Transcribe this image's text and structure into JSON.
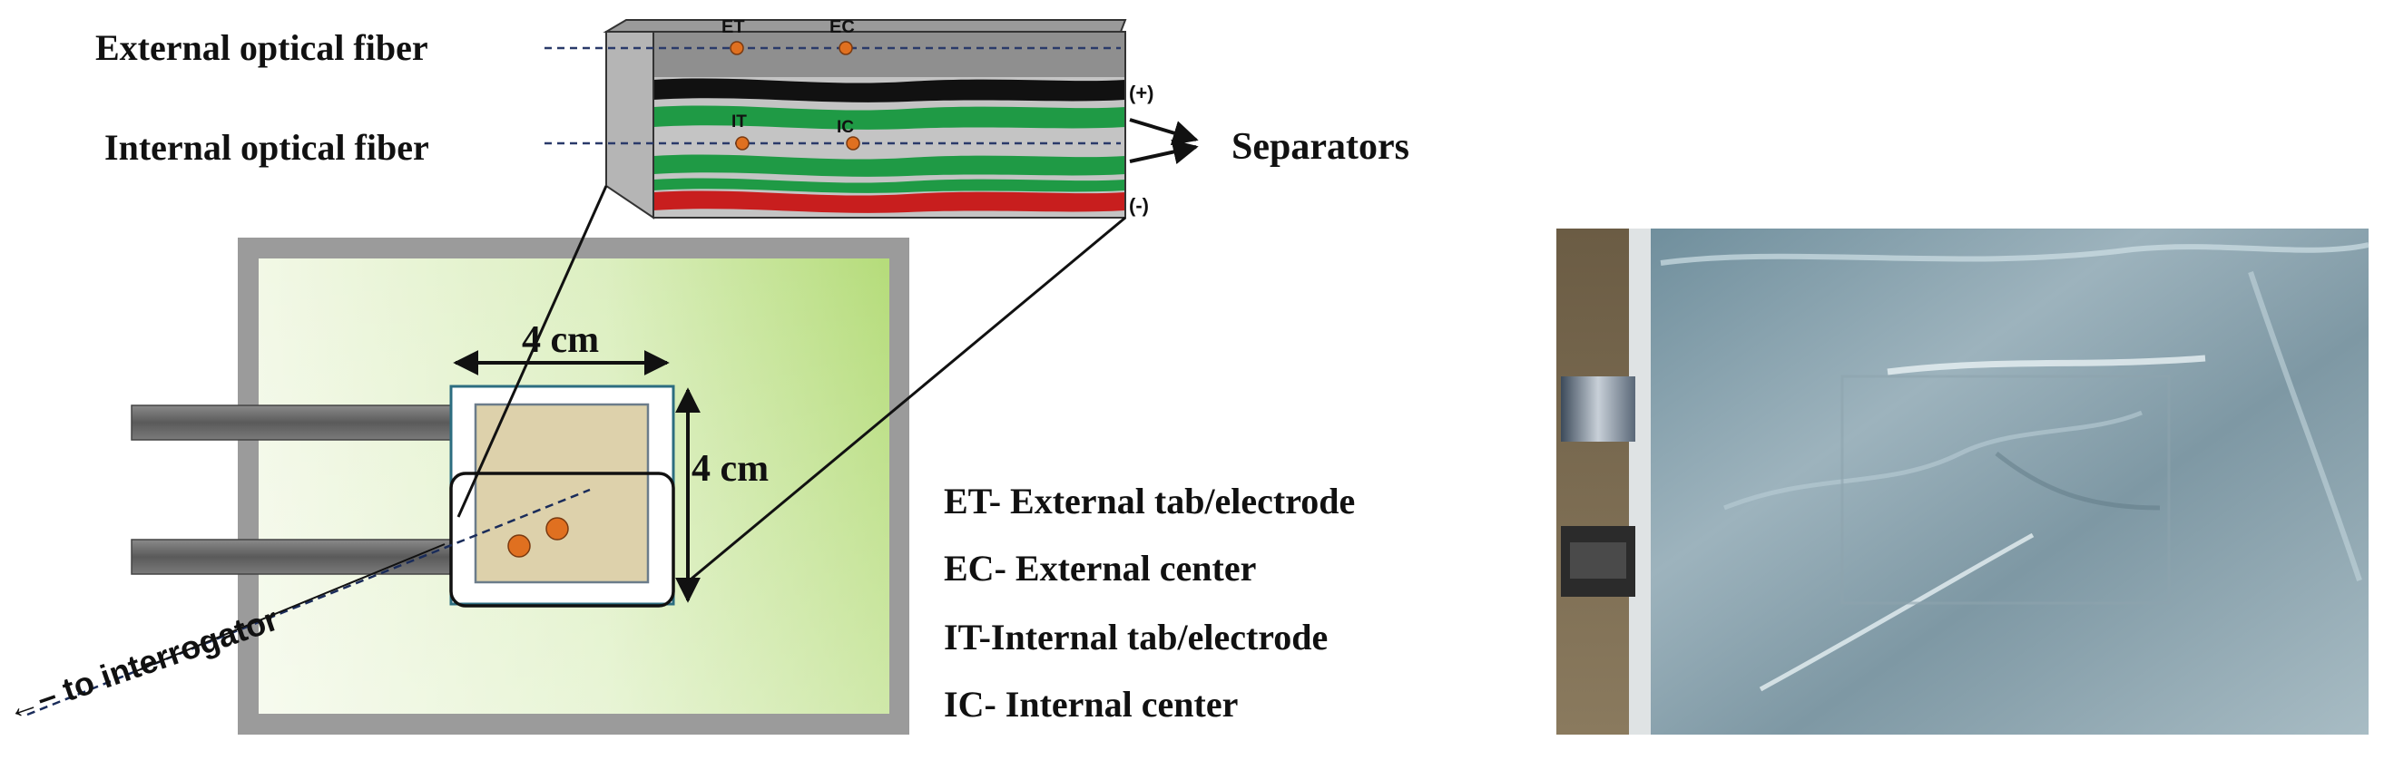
{
  "diagram": {
    "layer_view": {
      "external_fiber_label": "External optical fiber",
      "internal_fiber_label": "Internal optical fiber",
      "et_mark": "ET",
      "ec_mark": "EC",
      "it_mark": "IT",
      "ic_mark": "IC",
      "positive_terminal": "(+)",
      "negative_terminal": "(-)",
      "separators_label": "Separators"
    },
    "cell_view": {
      "width_label": "4 cm",
      "height_label": "4 cm",
      "interrogator_label": "←– to interrogator"
    },
    "legend": [
      "ET- External tab/electrode",
      "EC- External center",
      "IT-Internal tab/electrode",
      "IC- Internal center"
    ],
    "colors": {
      "anode_layer": "#1f9a45",
      "cathode_layer": "#c81e1e",
      "black_layer": "#111111",
      "separator_layer": "#d8d8d8",
      "sensor_dot": "#e07020",
      "green_field": "#c9e69a",
      "electrode_tan": "#ddd1ab"
    }
  },
  "photo": {
    "description_visible": ""
  }
}
